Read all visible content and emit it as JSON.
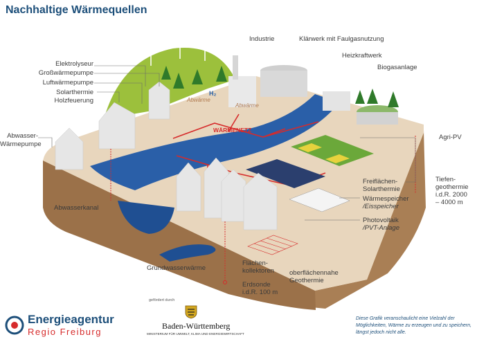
{
  "title": "Nachhaltige Wärmequellen",
  "labels": {
    "elektrolyseur": "Elektrolyseur",
    "grosswaermepumpe": "Großwärmepumpe",
    "luftwaermepumpe": "Luftwärmepumpe",
    "solarthermie": "Solarthermie",
    "holzfeuerung": "Holzfeuerung",
    "abwasser_wp_1": "Abwasser-",
    "abwasser_wp_2": "Wärmepumpe",
    "abwasserkanal": "Abwasserkanal",
    "grundwasser": "Grundwasserwärme",
    "industrie": "Industrie",
    "klaerwerk": "Klärwerk mit Faulgasnutzung",
    "heizkraftwerk": "Heizkraftwerk",
    "biogas": "Biogasanlage",
    "agripv": "Agri-PV",
    "tiefen_1": "Tiefen-",
    "tiefen_2": "geothermie",
    "tiefen_3": "i.d.R. 2000",
    "tiefen_4": "– 4000 m",
    "freiflaechen_1": "Freiflächen-",
    "freiflaechen_2": "Solarthermie",
    "speicher_1": "Wärmespeicher",
    "speicher_2": "/Eisspeicher",
    "pv_1": "Photovoltaik",
    "pv_2": "/PVT-Anlage",
    "flaechen_1": "Flächen-",
    "flaechen_2": "kollektoren",
    "oberfl_1": "oberflächennahe",
    "oberfl_2": "Geothermie",
    "erdsonde_1": "Erdsonde",
    "erdsonde_2": "i.d.R. 100 m",
    "waermenetz": "WÄRMENETZ",
    "abwaerme": "Abwärme",
    "h2": "H₂"
  },
  "footer": {
    "logo_line1": "Energieagentur",
    "logo_line2": "Regio Freiburg",
    "gefoerdert": "gefördert durch",
    "bw": "Baden-Württemberg",
    "ministerium": "MINISTERIUM FÜR UMWELT, KLIMA UND ENERGIEWIRTSCHAFT",
    "disclaimer": "Diese Grafik veranschaulicht eine Vielzahl der Möglichkeiten, Wärme zu erzeugen und zu speichern, längst jedoch nicht alle."
  },
  "colors": {
    "title": "#1d4f7a",
    "accent_red": "#d62b2b",
    "ground": "#e8d6bd",
    "soil": "#a67c52",
    "river": "#2a5fa8",
    "hill": "#9cc03c"
  }
}
